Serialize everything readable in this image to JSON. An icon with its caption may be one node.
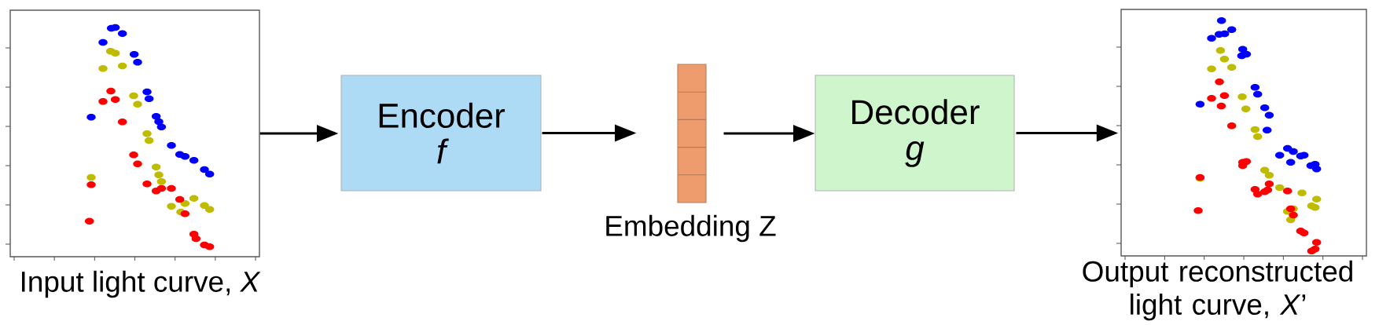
{
  "diagram": {
    "nodes": [
      {
        "text": [],
        "shape": "picture",
        "beside": [
          "Input light curve, *X*"
        ]
      },
      {
        "text": [
          "Encoder",
          "f"
        ]
      },
      {
        "text": [],
        "shape": "bar",
        "beside": [
          "Embedding Z"
        ]
      },
      {
        "text": [
          "Decoder",
          "g"
        ]
      },
      {
        "text": [],
        "shape": "picture",
        "beside": [
          "Output reconstructed light curve, *X*’"
        ]
      }
    ],
    "edges": [
      {
        "from": 0,
        "to": 1,
        "arrow": "to"
      },
      {
        "from": 1,
        "to": 2,
        "arrow": "to"
      },
      {
        "from": 2,
        "to": 3,
        "arrow": "to"
      },
      {
        "from": 3,
        "to": 4,
        "arrow": "to"
      }
    ]
  }
}
